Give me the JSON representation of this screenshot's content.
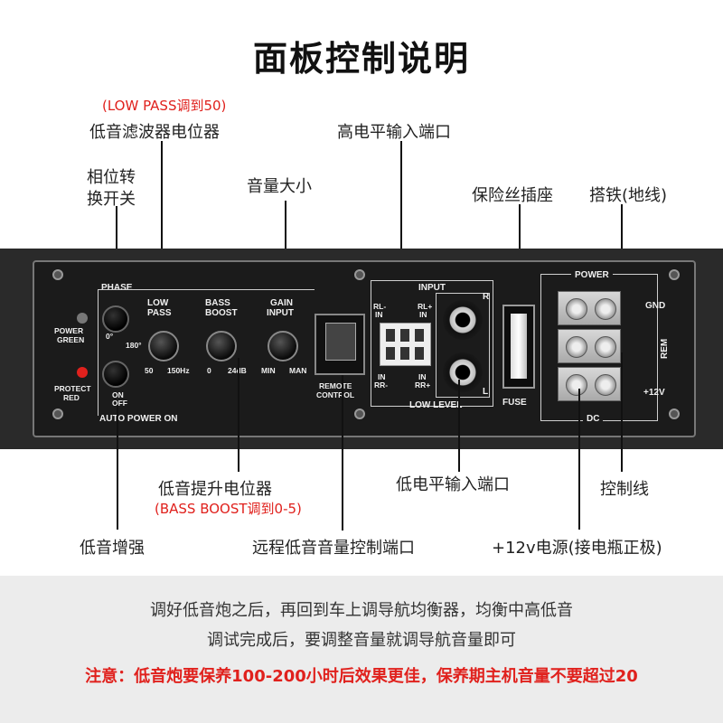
{
  "title": "面板控制说明",
  "annotations": {
    "low_pass_note": "(LOW PASS调到50)",
    "low_pass_pot": "低音滤波器电位器",
    "phase_switch_1": "相位转",
    "phase_switch_2": "换开关",
    "volume": "音量大小",
    "high_level_input": "高电平输入端口",
    "fuse_holder": "保险丝插座",
    "ground": "搭铁(地线)",
    "bass_boost_pot": "低音提升电位器",
    "bass_boost_note": "(BASS BOOST调到0-5)",
    "low_level_input": "低电平输入端口",
    "control_wire": "控制线",
    "bass_enhance": "低音增强",
    "remote_port": "远程低音音量控制端口",
    "power_12v": "+12v电源(接电瓶正极)"
  },
  "panel": {
    "phase": "PHASE",
    "phase_0": "0°",
    "phase_180": "180°",
    "power_green_1": "POWER",
    "power_green_2": "GREEN",
    "protect_red_1": "PROTECT",
    "protect_red_2": "RED",
    "on": "ON",
    "off": "OFF",
    "auto_power_on": "AUTO POWER ON",
    "low_pass_1": "LOW",
    "low_pass_2": "PASS",
    "low_pass_min": "50",
    "low_pass_max": "150Hz",
    "bass_boost_1": "BASS",
    "bass_boost_2": "BOOST",
    "bass_boost_min": "0",
    "bass_boost_max": "24dB",
    "gain_input_1": "GAIN",
    "gain_input_2": "INPUT",
    "gain_min": "MIN",
    "gain_max": "MAN",
    "remote_control_1": "REMOTE",
    "remote_control_2": "CONTROL",
    "input": "INPUT",
    "rl_minus_1": "RL-",
    "rl_minus_2": "IN",
    "rl_plus_1": "RL+",
    "rl_plus_2": "IN",
    "in_rr_minus_1": "IN",
    "in_rr_minus_2": "RR-",
    "in_rr_plus_1": "IN",
    "in_rr_plus_2": "RR+",
    "low_level": "LOW LEVEL",
    "r": "R",
    "l": "L",
    "fuse": "FUSE",
    "power": "POWER",
    "gnd": "GND",
    "rem": "REM",
    "plus12v": "+12V",
    "dc": "DC"
  },
  "footer": {
    "line1": "调好低音炮之后，再回到车上调导航均衡器，均衡中高低音",
    "line2": "调试完成后，要调整音量就调导航音量即可",
    "notice": "注意：低音炮要保养100-200小时后效果更佳，保养期主机音量不要超过20"
  }
}
